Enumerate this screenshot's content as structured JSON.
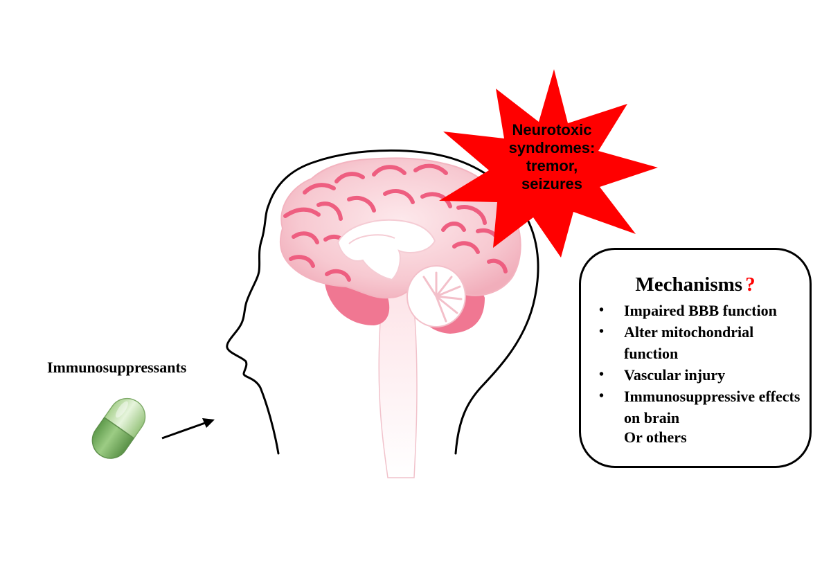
{
  "drug": {
    "label": "Immunosuppressants",
    "pill_icon": "capsule-icon",
    "pill_colors": {
      "top": "#c7e3b4",
      "bottom": "#7fb36a"
    }
  },
  "effect": {
    "lines": [
      "Neurotoxic",
      "syndromes:",
      "tremor,",
      "seizures"
    ],
    "burst_color": "#ff0000"
  },
  "brain": {
    "icon": "brain-icon",
    "cortex_color": "#f7c6cf",
    "gyri_color": "#ee5e80"
  },
  "mechanisms": {
    "title": "Mechanisms",
    "question_mark": "?",
    "items": [
      "Impaired BBB function",
      "Alter mitochondrial function",
      "Vascular injury",
      "Immunosuppressive effects on brain"
    ],
    "extra": "Or others"
  }
}
